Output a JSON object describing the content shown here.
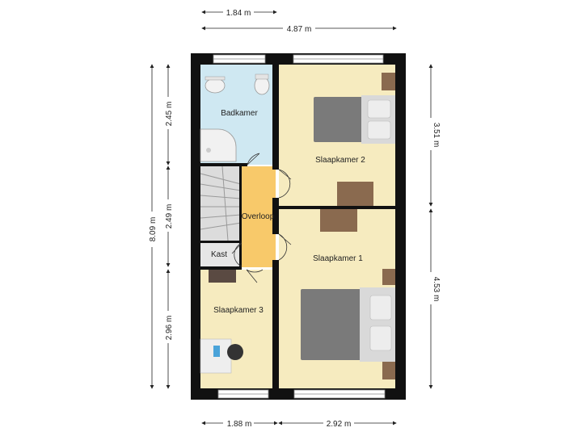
{
  "rooms": {
    "badkamer": "Badkamer",
    "slaapkamer_2": "Slaapkamer 2",
    "overloop": "Overloop",
    "kast": "Kast",
    "slaapkamer_1": "Slaapkamer 1",
    "slaapkamer_3": "Slaapkamer 3"
  },
  "dimensions": {
    "top_left": "1.84 m",
    "top_total": "4.87 m",
    "left_total": "8.09 m",
    "left_upper": "2.45 m",
    "left_middle": "2.49 m",
    "left_lower": "2.96 m",
    "right_upper": "3.51 m",
    "right_lower": "4.53 m",
    "bottom_left": "1.88 m",
    "bottom_right": "2.92 m"
  },
  "colors": {
    "wall": "#111111",
    "bedroom_floor": "#f6ebbf",
    "bathroom_floor": "#cfe8f2",
    "landing_floor": "#f8c96a",
    "stairs_floor": "#dcdcdc",
    "window": "#dfe6ea",
    "bed": "#7a7a7a",
    "pillow": "#e9e9e9",
    "furniture_wood": "#8a6a4f"
  }
}
